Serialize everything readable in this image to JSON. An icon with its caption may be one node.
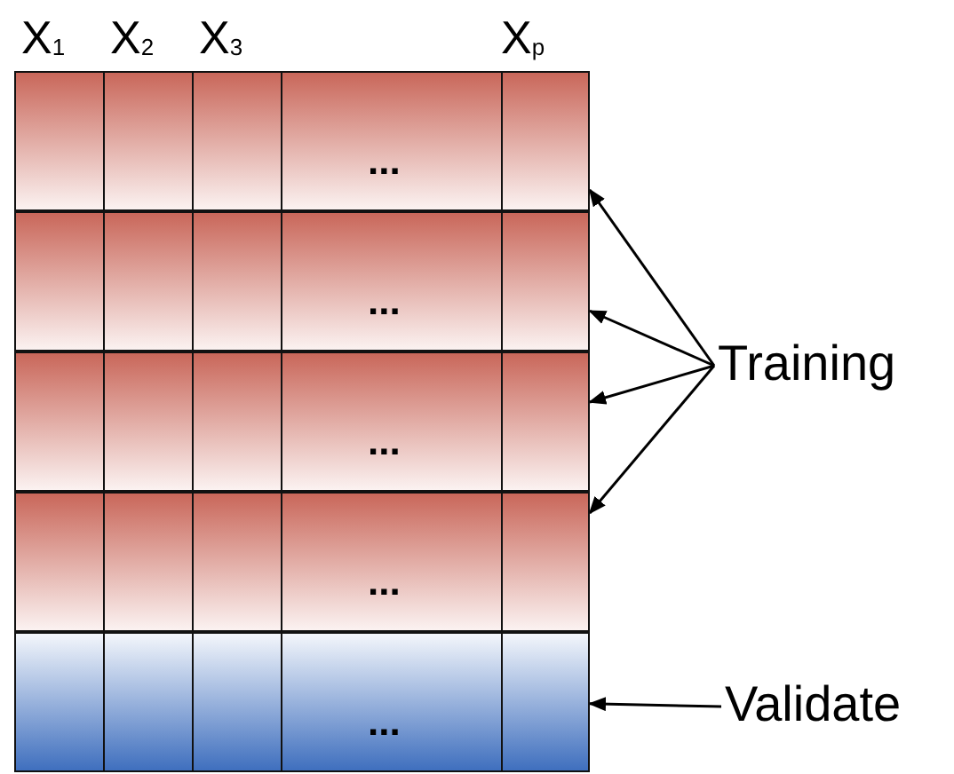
{
  "diagram": {
    "nodes": [
      {
        "text": [
          "..."
        ]
      },
      {
        "text": [
          "..."
        ]
      },
      {
        "text": [
          "..."
        ]
      },
      {
        "text": [
          "..."
        ]
      },
      {
        "text": [
          "..."
        ]
      },
      {
        "text": [
          "Training"
        ]
      },
      {
        "text": [
          "Validate"
        ]
      }
    ],
    "edges": [
      {
        "from": 5,
        "to": 0,
        "arrow": "to"
      },
      {
        "from": 5,
        "to": 1,
        "arrow": "to"
      },
      {
        "from": 5,
        "to": 2,
        "arrow": "to"
      },
      {
        "from": 5,
        "to": 3,
        "arrow": "to"
      },
      {
        "from": 6,
        "to": 4,
        "arrow": "to"
      }
    ],
    "labels": [
      "X$_{1}$",
      "X$_{2}$",
      "X$_{3}$",
      "X$_{p}$"
    ]
  }
}
